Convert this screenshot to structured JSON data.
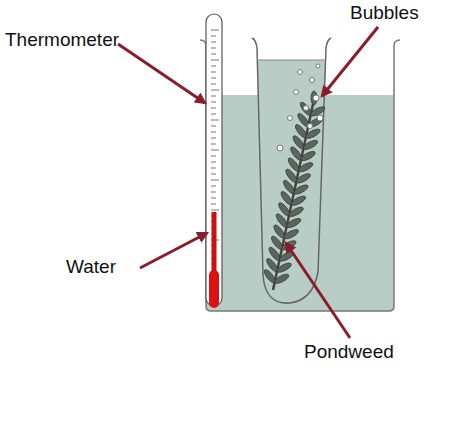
{
  "diagram": {
    "labels": [
      "Thermometer",
      "Bubbles",
      "Water",
      "Pondweed"
    ]
  }
}
